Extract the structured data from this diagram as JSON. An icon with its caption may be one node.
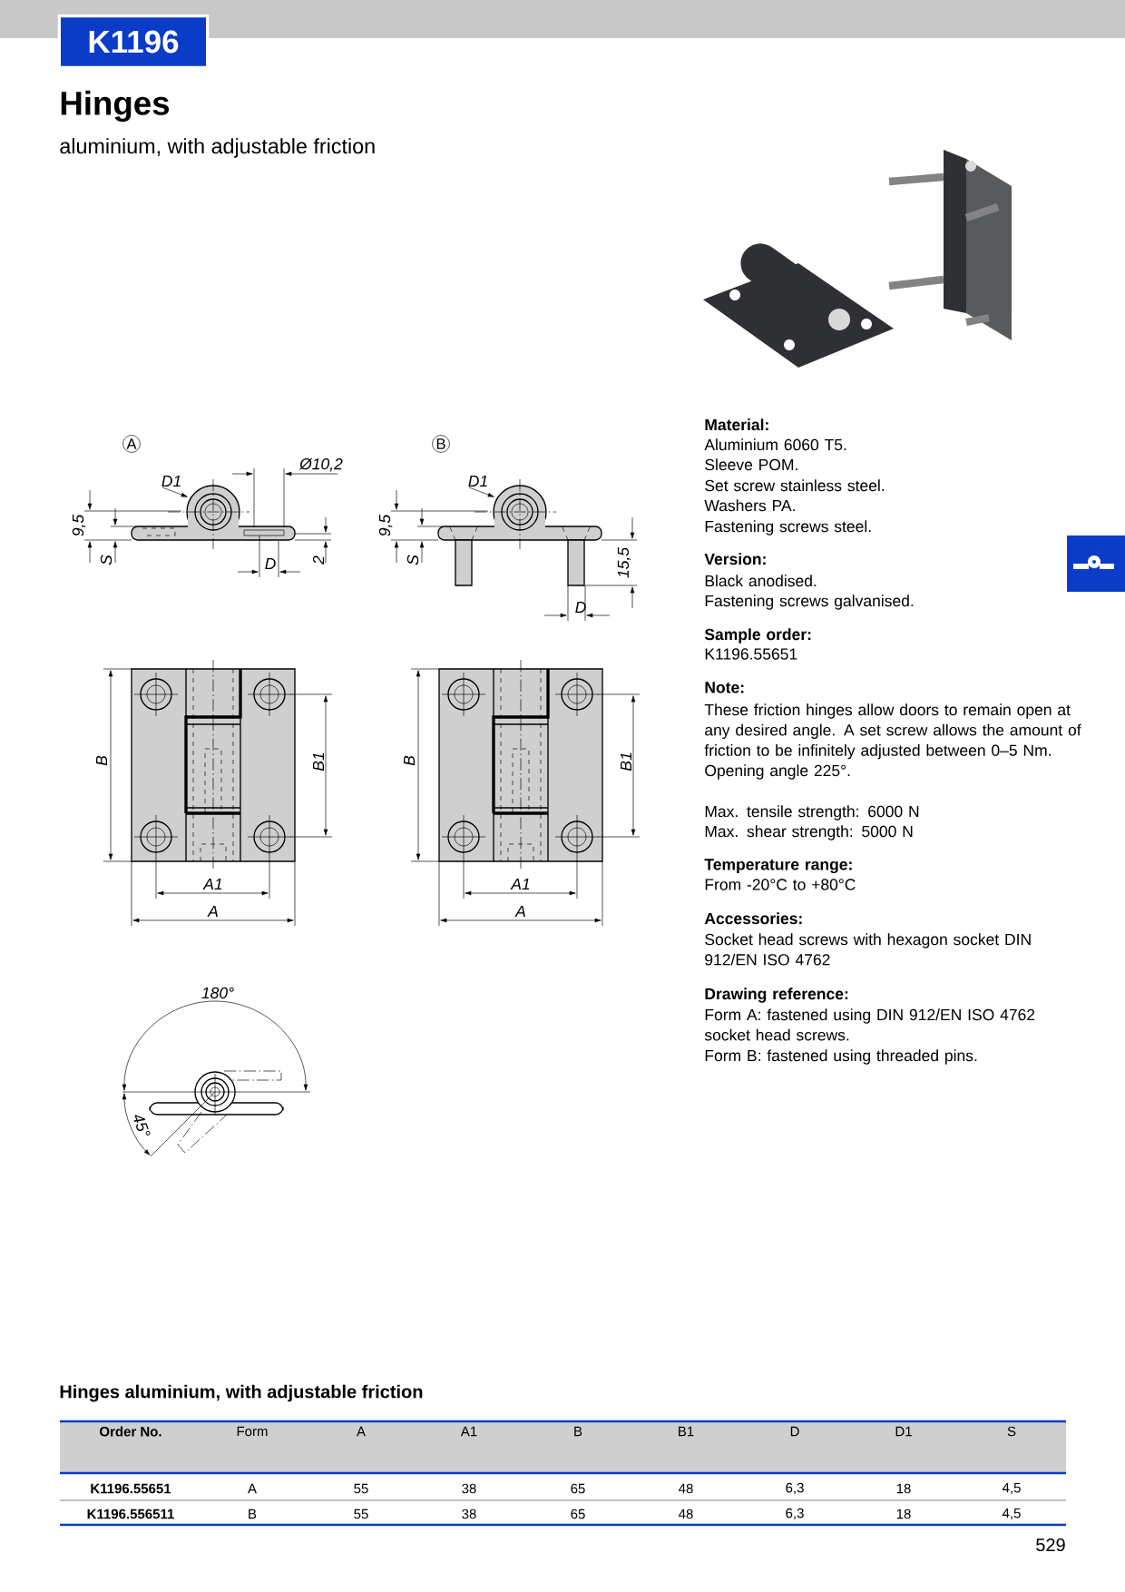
{
  "diagram": {
    "title": "Hinges",
    "nodes": [
      {
        "text": [
          "K1196"
        ]
      }
    ],
    "labels": [
      "aluminium, with adjustable friction",
      "A",
      "B",
      "D1",
      "Ø10,2",
      "9,5",
      "S",
      "D",
      "2",
      "D1",
      "9,5",
      "S",
      "15,5",
      "D",
      "B",
      "B1",
      "A1",
      "A",
      "B",
      "B1",
      "A1",
      "A",
      "180°",
      "45°",
      "Material:",
      "Aluminium 6060 T5.",
      "Sleeve POM.",
      "Set screw stainless steel.",
      "Washers PA.",
      "Fastening screws steel.",
      "Version:",
      "Black anodised.",
      "Fastening screws galvanised.",
      "Sample order:",
      "K1196.55651",
      "Note:",
      "These friction hinges allow doors to remain open at any desired angle. A set screw allows the amount of friction to be infinitely adjusted between 0–5 Nm.",
      "Opening angle 225°.",
      "Max. tensile strength: 6000 N",
      "Max. shear strength: 5000 N",
      "Temperature range:",
      "From -20°C to +80°C",
      "Accessories:",
      "Socket head screws with hexagon socket DIN 912/EN ISO 4762",
      "Drawing reference:",
      "Form A: fastened using DIN 912/EN ISO 4762 socket head screws.",
      "Form B: fastened using threaded pins.",
      "Hinges aluminium, with adjustable friction",
      "Order No.",
      "Form",
      "A",
      "A1",
      "B",
      "B1",
      "D",
      "D1",
      "S",
      "K1196.55651",
      "A",
      "55",
      "38",
      "65",
      "48",
      "6,3",
      "18",
      "4,5",
      "K1196.556511",
      "B",
      "55",
      "38",
      "65",
      "48",
      "6,3",
      "18",
      "4,5",
      "529"
    ]
  }
}
